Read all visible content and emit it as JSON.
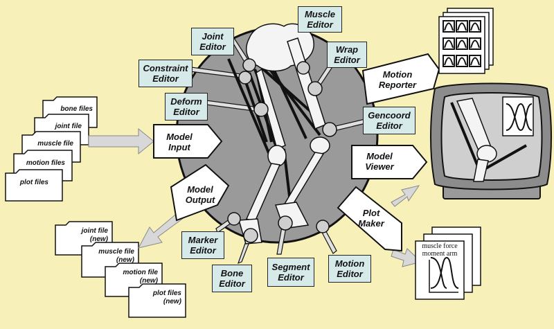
{
  "colors": {
    "background": "#f7f0b8",
    "editor_box": "#d6eaea",
    "ellipse": "#9a9a9a",
    "connector": "#d8d8d8"
  },
  "editors": {
    "joint": "Joint\nEditor",
    "muscle": "Muscle\nEditor",
    "wrap": "Wrap\nEditor",
    "constraint": "Constraint\nEditor",
    "deform": "Deform\nEditor",
    "gencoord": "Gencoord\nEditor",
    "marker": "Marker\nEditor",
    "bone": "Bone\nEditor",
    "segment": "Segment\nEditor",
    "motion": "Motion\nEditor"
  },
  "tools": {
    "motion_reporter": "Motion\nReporter",
    "model_input": "Model\nInput",
    "model_output": "Model\nOutput",
    "model_viewer": "Model\nViewer",
    "plot_maker": "Plot\nMaker"
  },
  "input_files": [
    "bone files",
    "joint file",
    "muscle file",
    "motion files",
    "plot files"
  ],
  "output_files": [
    "joint file\n(new)",
    "muscle file\n(new)",
    "motion file\n(new)",
    "plot files\n(new)"
  ],
  "plot_paper": {
    "label": "muscle force\nmoment arm"
  },
  "icons": {
    "skeleton": "skeleton-leg-icon",
    "monitor": "monitor-icon",
    "report_pages": "report-pages-icon",
    "plot_paper": "plot-paper-icon",
    "folder": "folder-icon"
  }
}
